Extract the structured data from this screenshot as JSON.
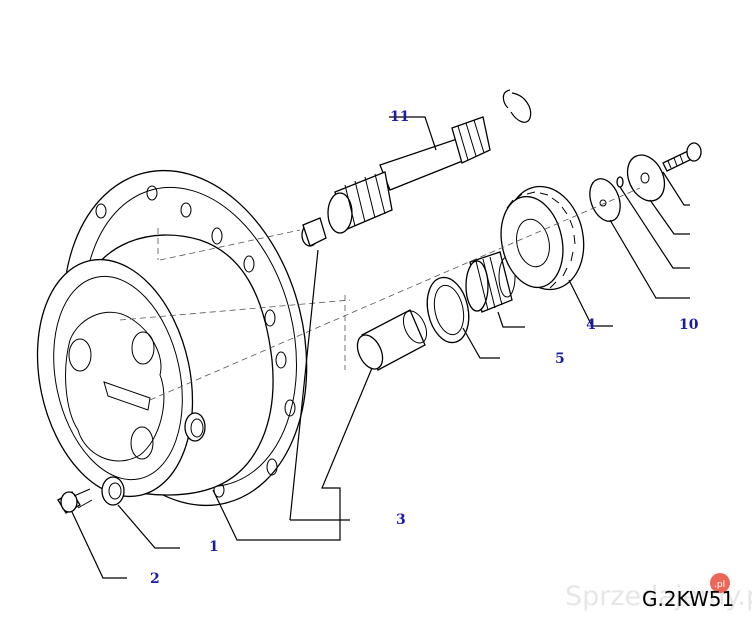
{
  "diagram": {
    "callouts": [
      {
        "id": "c1",
        "label": "1"
      },
      {
        "id": "c2",
        "label": "2"
      },
      {
        "id": "c3",
        "label": "3"
      },
      {
        "id": "c4",
        "label": "4"
      },
      {
        "id": "c5",
        "label": "5"
      },
      {
        "id": "c10",
        "label": "10"
      },
      {
        "id": "c11",
        "label": "11"
      }
    ],
    "drawing_code": "G.2KW51",
    "watermark": "Sprzedajemy.pl",
    "colors": {
      "callout_text": "#1a1aa8",
      "line": "#000000",
      "watermark": "#e6e6e6"
    }
  }
}
